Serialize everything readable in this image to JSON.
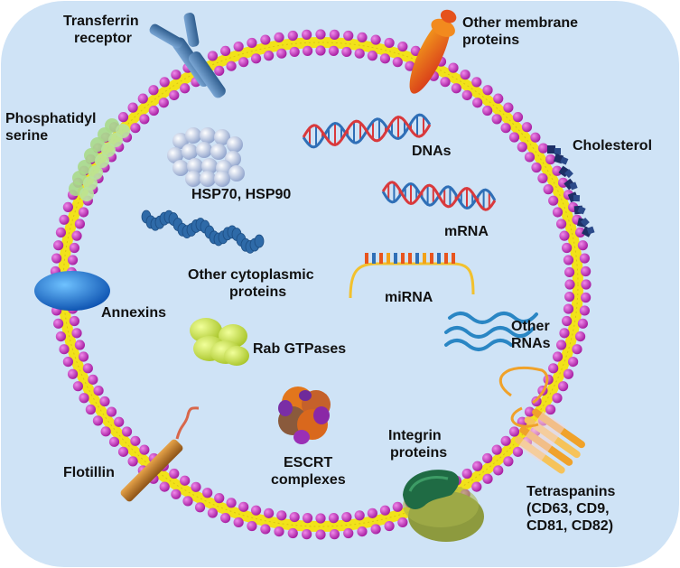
{
  "labels": {
    "transferrin_receptor": [
      "Transferrin",
      "receptor"
    ],
    "other_membrane_proteins": [
      "Other membrane",
      "proteins"
    ],
    "phosphatidyl_serine": [
      "Phosphatidyl",
      "serine"
    ],
    "cholesterol": "Cholesterol",
    "dnas": "DNAs",
    "hsp": "HSP70, HSP90",
    "mrna": "mRNA",
    "other_cytoplasmic_proteins": [
      "Other cytoplasmic",
      "proteins"
    ],
    "mirna": "miRNA",
    "annexins": "Annexins",
    "rab_gtpases": "Rab GTPases",
    "other_rnas": [
      "Other",
      "RNAs"
    ],
    "escrt_complexes": [
      "ESCRT",
      "complexes"
    ],
    "integrin_proteins": [
      "Integrin",
      "proteins"
    ],
    "flotillin": "Flotillin",
    "tetraspanins": [
      "Tetraspanins",
      "(CD63, CD9,",
      "CD81, CD82)"
    ]
  },
  "colors": {
    "background": "#cfe3f6",
    "lipid_head": "#c637c1",
    "lipid_tail": "#f2e21a",
    "transferrin_receptor": "#4f7fb0",
    "other_membrane_proteins": "#e8541d",
    "phosphatidyl_serine": "#a9d98a",
    "cholesterol": "#1d2f66",
    "annexins": "#1570d6",
    "flotillin": "#c47c2a",
    "integrin_top": "#1f6b44",
    "integrin_bottom": "#8d9a3e",
    "tetraspanins": "#f0a22a",
    "hsp": "#b9c6e3",
    "cytoplasmic_proteins": "#2e6aa8",
    "rab_gtpases": "#c6e045",
    "escrt_orange": "#e2761c",
    "escrt_purple": "#8a28a6",
    "dna_red": "#d9393c",
    "dna_blue": "#2f6fb7",
    "mirna_yellow": "#f2c12e",
    "other_rnas": "#2a86c4"
  },
  "icons": [
    "transferrin-receptor-icon",
    "membrane-protein-icon",
    "phosphatidylserine-icon",
    "cholesterol-icon",
    "annexin-icon",
    "flotillin-icon",
    "integrin-icon",
    "tetraspanin-icon",
    "hsp-cluster-icon",
    "cytoplasmic-protein-chain-icon",
    "rab-gtpase-icon",
    "escrt-complex-icon",
    "dna-helix-icon",
    "mrna-helix-icon",
    "mirna-icon",
    "other-rna-icon"
  ]
}
